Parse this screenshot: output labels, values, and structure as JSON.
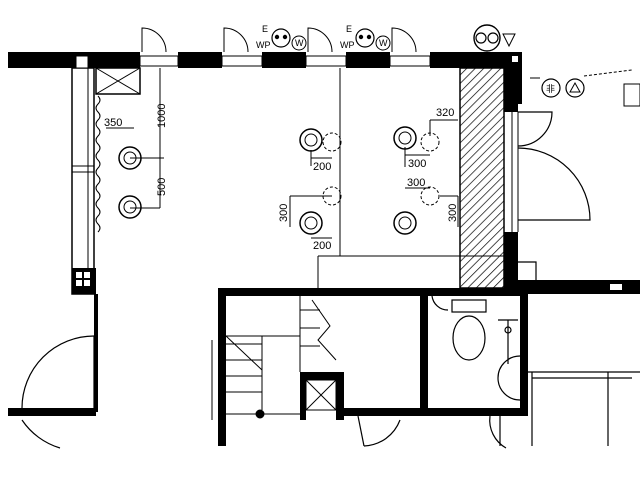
{
  "dimensions": {
    "d350": "350",
    "d1000": "1000",
    "d500": "500",
    "d320": "320",
    "d200_top": "200",
    "d300_top": "300",
    "d300_mid": "300",
    "d300_left": "300",
    "d200_bottom": "200",
    "d300_right": "300"
  },
  "symbols": {
    "e_label_1": "E",
    "wp_label_1": "WP",
    "w_label_1": "W",
    "e_label_2": "E",
    "wp_label_2": "WP",
    "w_label_2": "W",
    "kanji_label": "非"
  },
  "colors": {
    "line": "#000000",
    "background": "#ffffff"
  }
}
